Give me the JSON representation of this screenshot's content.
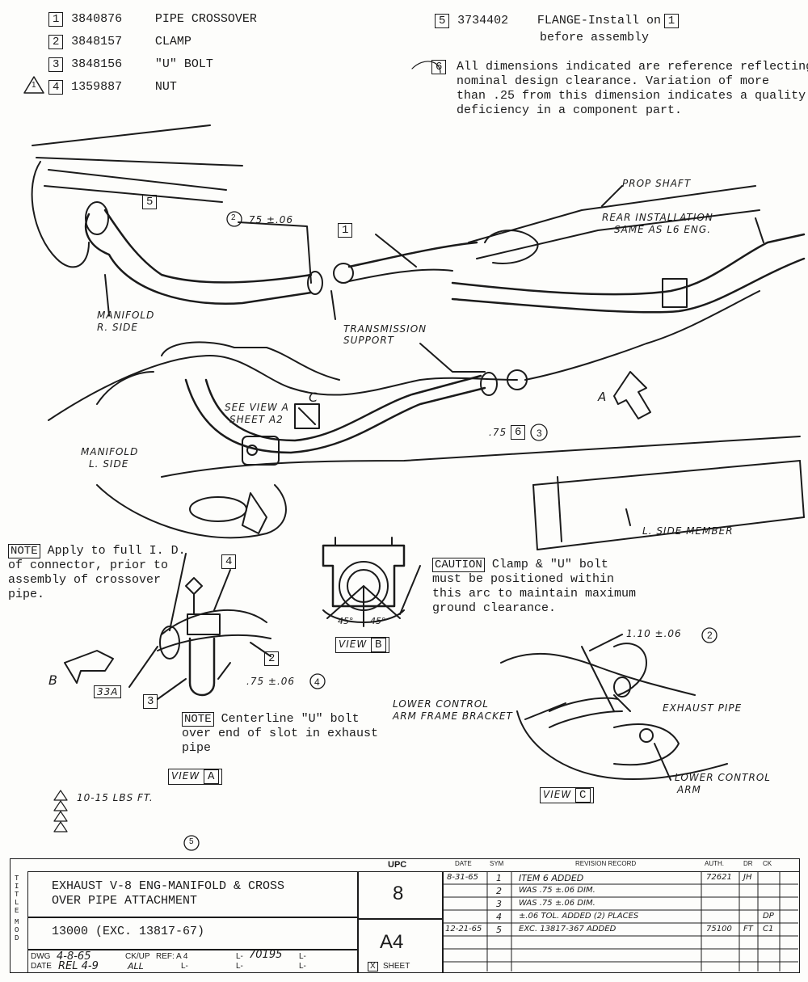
{
  "parts": [
    {
      "num": "1",
      "part": "3840876",
      "desc": "PIPE CROSSOVER"
    },
    {
      "num": "2",
      "part": "3848157",
      "desc": "CLAMP"
    },
    {
      "num": "3",
      "part": "3848156",
      "desc": "\"U\" BOLT"
    },
    {
      "num": "4",
      "part": "1359887",
      "desc": "NUT"
    }
  ],
  "flange": {
    "num": "5",
    "part": "3734402",
    "text1": "FLANGE-Install on",
    "ref": "1",
    "text2": "before assembly"
  },
  "note6": {
    "num": "6",
    "lines": [
      "All dimensions indicated are reference reflecting",
      "nominal design clearance. Variation of more",
      "than .25 from this dimension indicates a quality",
      "deficiency in a component part."
    ]
  },
  "labels": {
    "prop_shaft": "PROP SHAFT",
    "rear_install_1": "REAR INSTALLATION",
    "rear_install_2": "SAME AS L6 ENG.",
    "dim_top": ".75 ±.06",
    "dim_top_ref": "2",
    "manifold_r_1": "MANIFOLD",
    "manifold_r_2": "R. SIDE",
    "trans_1": "TRANSMISSION",
    "trans_2": "SUPPORT",
    "see_view_1": "SEE VIEW A",
    "see_view_2": "SHEET A2",
    "view_c_letter": "C",
    "manifold_l_1": "MANIFOLD",
    "manifold_l_2": "L. SIDE",
    "dim_mid": ".75",
    "dim_mid_box": "6",
    "dim_mid_ref": "3",
    "arrow_a": "A",
    "l_side_member": "L. SIDE MEMBER",
    "callout_1": "1",
    "callout_5": "5",
    "callout_4": "4",
    "callout_2": "2",
    "callout_3": "3",
    "dim_clamp": ".75 ±.06",
    "dim_clamp_ref": "4",
    "arrow_b": "B",
    "sheet_ref": "33A",
    "angle_l": "45°",
    "angle_r": "45°",
    "dim_c": "1.10 ±.06",
    "dim_c_ref": "2",
    "lower_ctrl_1": "LOWER CONTROL",
    "lower_ctrl_2": "ARM FRAME BRACKET",
    "exhaust_pipe": "EXHAUST PIPE",
    "lower_arm_1": "LOWER CONTROL",
    "lower_arm_2": "ARM",
    "torque": "10-15 LBS FT.",
    "flag_5": "5"
  },
  "notes": {
    "note1_label": "NOTE",
    "note1_lines": [
      "Apply to full I. D.",
      "of connector, prior to",
      "assembly of crossover",
      "pipe."
    ],
    "caution_label": "CAUTION",
    "caution_lines": [
      "Clamp & \"U\" bolt",
      "must be positioned within",
      "this arc to maintain maximum",
      "ground clearance."
    ],
    "note2_label": "NOTE",
    "note2_lines": [
      "Centerline \"U\" bolt",
      "over end of slot in exhaust",
      "pipe"
    ]
  },
  "views": {
    "view_word": "VIEW",
    "a": "A",
    "b": "B",
    "c": "C"
  },
  "title_block": {
    "title_line1": "EXHAUST V-8 ENG-MANIFOLD & CROSS",
    "title_line2": "OVER PIPE ATTACHMENT",
    "mod_value": "13000   (EXC. 13817-67)",
    "upc_label": "UPC",
    "upc_value": "8",
    "sheet_value": "A4",
    "sheet_label": "SHEET",
    "sheet_mark": "X",
    "dwg_label": "DWG",
    "dwg_value": "4-8-65",
    "ck_label": "CK/UP",
    "ref_label": "REF: A 4",
    "l_label": "L-",
    "l_value": "70195",
    "date_label": "DATE",
    "date_value": "REL 4-9",
    "ck_value": "ALL",
    "title_side": "TITLE",
    "mod_side": "MOD",
    "rev_headers": {
      "date": "DATE",
      "sym": "SYM",
      "record": "REVISION RECORD",
      "auth": "AUTH.",
      "dr": "DR",
      "ck": "CK"
    },
    "revisions": [
      {
        "date": "8-31-65",
        "sym": "1",
        "record": "ITEM 6 ADDED",
        "auth": "72621",
        "dr": "JH",
        "ck": ""
      },
      {
        "date": "",
        "sym": "2",
        "record": "WAS .75 ±.06 DIM.",
        "auth": "",
        "dr": "",
        "ck": ""
      },
      {
        "date": "",
        "sym": "3",
        "record": "WAS .75 ±.06 DIM.",
        "auth": "",
        "dr": "",
        "ck": ""
      },
      {
        "date": "",
        "sym": "4",
        "record": "±.06 TOL. ADDED (2) PLACES",
        "auth": "",
        "dr": "",
        "ck": "DP"
      },
      {
        "date": "12-21-65",
        "sym": "5",
        "record": "EXC. 13817-367 ADDED",
        "auth": "75100",
        "dr": "FT",
        "ck": "C1"
      }
    ]
  }
}
